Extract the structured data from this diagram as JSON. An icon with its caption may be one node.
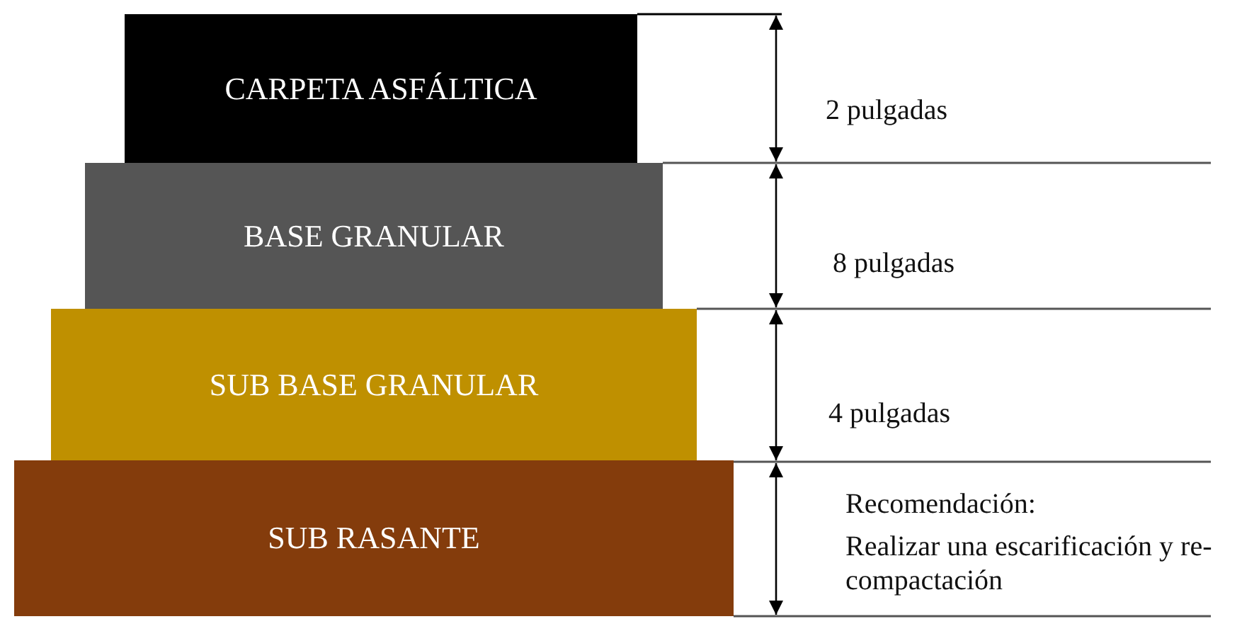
{
  "diagram": {
    "nodes": [
      {
        "text": [
          "CARPETA ASFÁLTICA"
        ]
      },
      {
        "text": [
          "BASE GRANULAR"
        ]
      },
      {
        "text": [
          "SUB BASE GRANULAR"
        ]
      },
      {
        "text": [
          "SUB RASANTE"
        ]
      }
    ],
    "labels": [
      "2 pulgadas",
      "8 pulgadas",
      "4 pulgadas",
      "Recomendación:",
      "Realizar una escarificación y re-compactación"
    ]
  }
}
